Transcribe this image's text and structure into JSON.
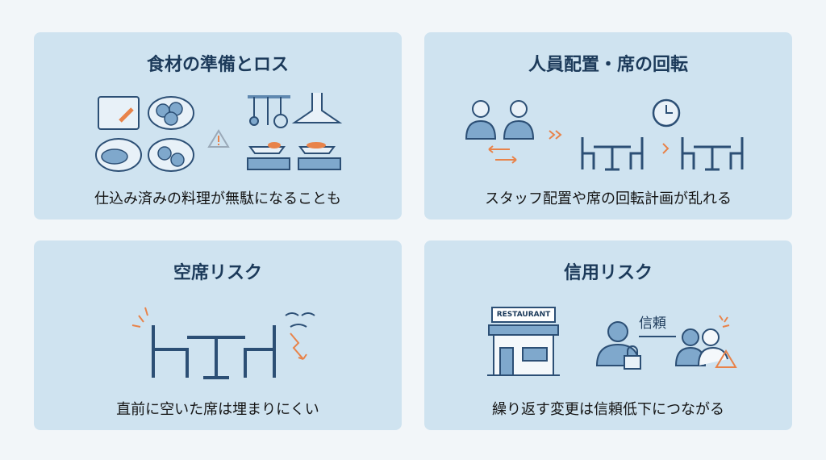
{
  "cards": [
    {
      "title": "食材の準備とロス",
      "caption": "仕込み済みの料理が無駄になることも"
    },
    {
      "title": "人員配置・席の回転",
      "caption": "スタッフ配置や席の回転計画が乱れる"
    },
    {
      "title": "空席リスク",
      "caption": "直前に空いた席は埋まりにくい"
    },
    {
      "title": "信用リスク",
      "caption": "繰り返す変更は信頼低下につながる",
      "sign_text": "RESTAURANT",
      "trust_label": "信頼"
    }
  ],
  "colors": {
    "card": "#cfe3f0",
    "title": "#1c3a5a",
    "line": "#2c4f75",
    "fill": "#7fa8cc",
    "accent": "#e8834a"
  }
}
